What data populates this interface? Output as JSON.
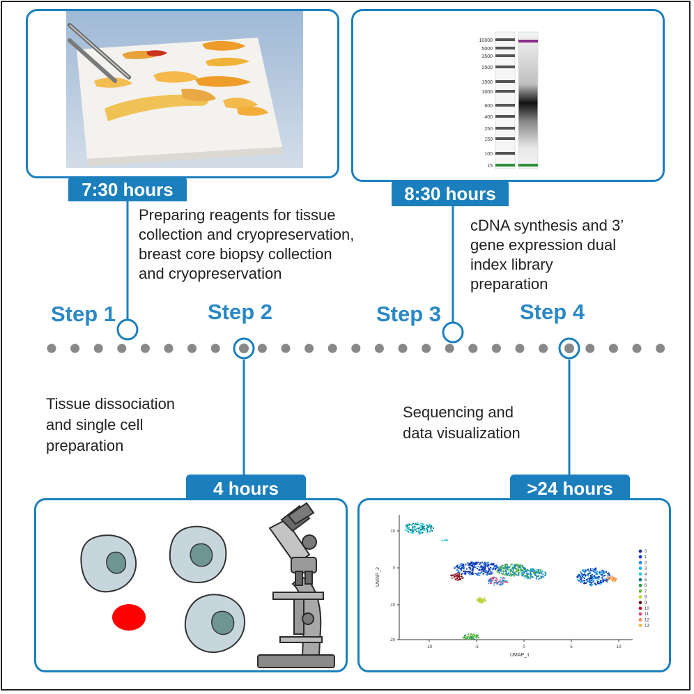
{
  "colors": {
    "accent": "#1b7fbd",
    "step_text": "#2a88c6",
    "timeline_dot": "#888888",
    "cell_fill": "#c6d6dc",
    "nucleus_fill": "#6e9494",
    "red_cell": "#ff0000"
  },
  "steps": [
    {
      "label": "Step 1",
      "time": "7:30 hours",
      "description": [
        "Preparing reagents for tissue",
        "collection and cryopreservation,",
        "breast core biopsy collection",
        "and cryopreservation"
      ]
    },
    {
      "label": "Step 2",
      "time": "4 hours",
      "description": [
        "Tissue dissociation",
        "and single cell",
        "preparation"
      ]
    },
    {
      "label": "Step 3",
      "time": "8:30 hours",
      "description": [
        "cDNA synthesis and 3’",
        "gene expression dual",
        "index library",
        "preparation"
      ]
    },
    {
      "label": "Step 4",
      "time": ">24 hours",
      "description": [
        "Sequencing and",
        "data visualization"
      ]
    }
  ],
  "gel": {
    "ladder_labels": [
      "10000",
      "5000",
      "3500",
      "2500",
      "1500",
      "1000",
      "600",
      "400",
      "250",
      "150",
      "100",
      "15"
    ]
  },
  "umap": {
    "xlabel": "UMAP_1",
    "ylabel": "UMAP_2",
    "x_ticks": [
      "-10",
      "-5",
      "0",
      "5",
      "10"
    ],
    "y_ticks": [
      "10",
      "0",
      "-10",
      "-20"
    ],
    "legend": [
      "0",
      "1",
      "2",
      "3",
      "4",
      "5",
      "6",
      "7",
      "8",
      "9",
      "10",
      "11",
      "12",
      "13"
    ],
    "legend_colors": [
      "#1a2f8f",
      "#1340d8",
      "#1f86e0",
      "#22b0e8",
      "#2ccadd",
      "#0d7d7d",
      "#2e9b48",
      "#6abf45",
      "#b5d43a",
      "#5a1a1a",
      "#b01c30",
      "#e04a7a",
      "#f08a5a",
      "#f6b04a"
    ]
  }
}
